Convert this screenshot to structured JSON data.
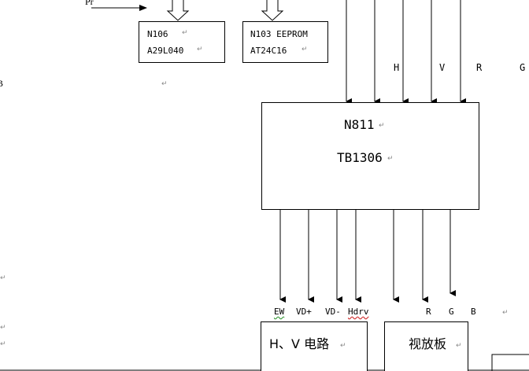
{
  "input_label": "Pr",
  "chip_n106": {
    "line1": "N106",
    "line2": "A29L040"
  },
  "chip_n103": {
    "line1": "N103 EEPROM",
    "line2": "AT24C16"
  },
  "left_fragment": "B",
  "inputs": {
    "h": "H",
    "v": "V",
    "r": "R",
    "g": "G"
  },
  "processor": {
    "line1": "N811",
    "line2": "TB1306"
  },
  "outputs": {
    "ew": "EW",
    "vd_plus": "VD+",
    "vd_minus": "VD-",
    "hdrv": "Hdrv",
    "r": "R",
    "g": "G",
    "b": "B"
  },
  "hv_circuit": "H、V 电路",
  "video_board": "视放板",
  "paragraph_mark": "↵"
}
